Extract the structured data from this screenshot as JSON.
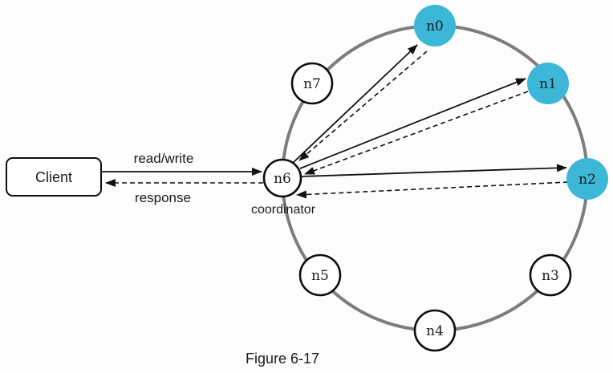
{
  "figure": {
    "caption": "Figure 6-17"
  },
  "client": {
    "label": "Client"
  },
  "flows": {
    "request_label": "read/write",
    "response_label": "response"
  },
  "coordinator": {
    "label": "coordinator",
    "node_id": "n6"
  },
  "ring": {
    "nodes": [
      {
        "id": "n0",
        "label": "n0",
        "highlighted": true
      },
      {
        "id": "n1",
        "label": "n1",
        "highlighted": true
      },
      {
        "id": "n2",
        "label": "n2",
        "highlighted": true
      },
      {
        "id": "n3",
        "label": "n3",
        "highlighted": false
      },
      {
        "id": "n4",
        "label": "n4",
        "highlighted": false
      },
      {
        "id": "n5",
        "label": "n5",
        "highlighted": false
      },
      {
        "id": "n6",
        "label": "n6",
        "highlighted": false
      },
      {
        "id": "n7",
        "label": "n7",
        "highlighted": false
      }
    ],
    "highlighted_nodes": [
      "n0",
      "n1",
      "n2"
    ],
    "coordinator_targets": [
      "n0",
      "n1",
      "n2"
    ]
  },
  "colors": {
    "highlight": "#3cb7d8",
    "ring": "#7d7d7d",
    "outline": "#0d0d0d",
    "text": "#1a1a1a"
  }
}
